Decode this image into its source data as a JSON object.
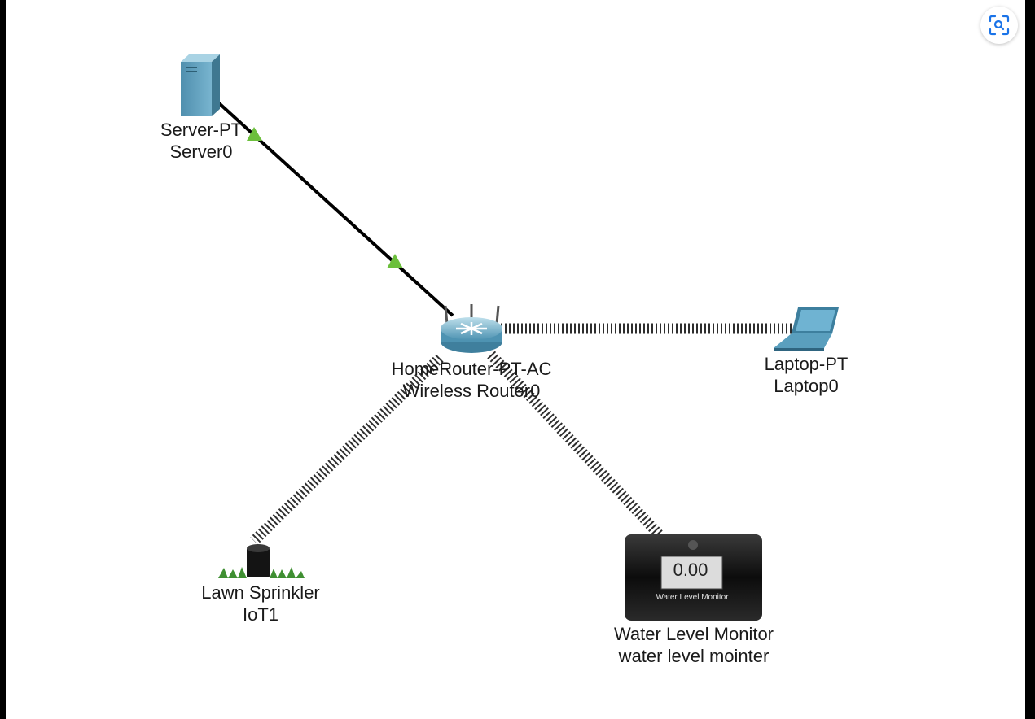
{
  "devices": {
    "server": {
      "model": "Server-PT",
      "name": "Server0"
    },
    "router": {
      "model": "HomeRouter-PT-AC",
      "name": "Wireless Router0"
    },
    "laptop": {
      "model": "Laptop-PT",
      "name": "Laptop0"
    },
    "sprinkler": {
      "model": "Lawn Sprinkler",
      "name": "IoT1"
    },
    "water_monitor": {
      "model": "Water Level Monitor",
      "name": "water level mointer",
      "display_value": "0.00",
      "panel_caption": "Water Level Monitor"
    }
  },
  "links": {
    "wired_status_color": "#6cbf3c",
    "wired_color": "#000000",
    "wireless_color": "#333333"
  },
  "toolbar": {
    "lens_icon": "scan-search-icon"
  }
}
